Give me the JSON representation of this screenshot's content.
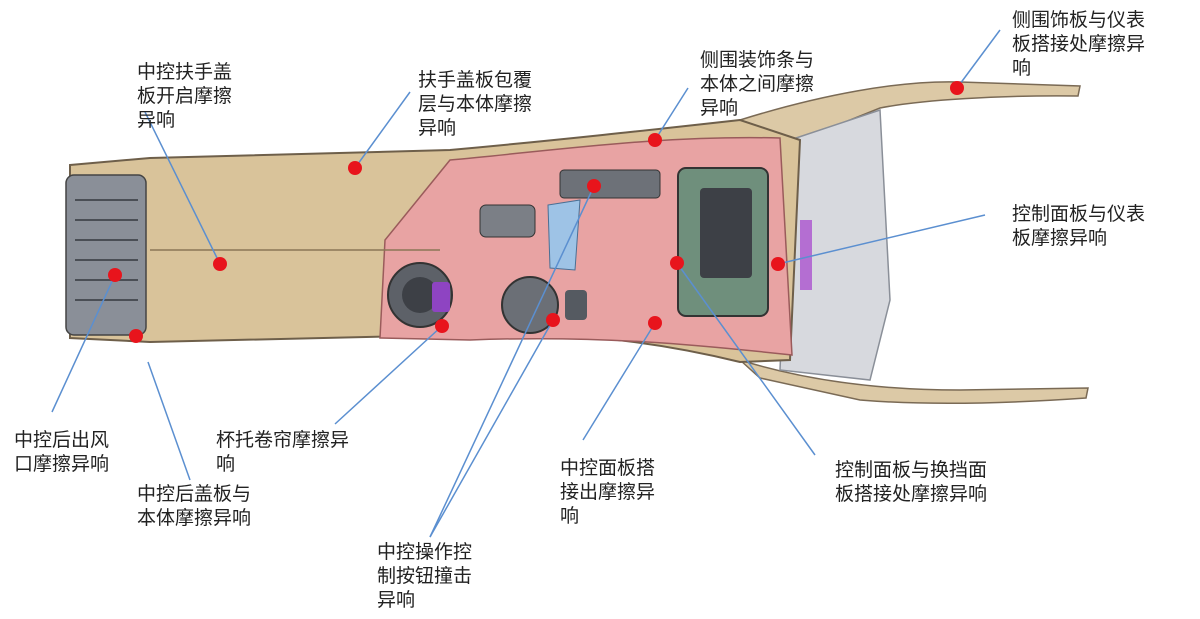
{
  "colors": {
    "marker": "#e8141c",
    "leader_line": "#5b8fd0",
    "beige_armrest": "#d9c39a",
    "pink_panel": "#e8a3a3",
    "grey_vent": "#8a8f98",
    "teal_screen": "#6f8f7c"
  },
  "labels": [
    {
      "id": "armrest-lid-open",
      "text": "中控扶手盖\n板开启摩擦\n异响"
    },
    {
      "id": "armrest-cover-layer",
      "text": "扶手盖板包覆\n层与本体摩擦\n异响"
    },
    {
      "id": "side-trim-strip",
      "text": "侧围装饰条与\n本体之间摩擦\n异响"
    },
    {
      "id": "side-trim-dash",
      "text": "侧围饰板与仪表\n板搭接处摩擦异\n响"
    },
    {
      "id": "control-panel-dash",
      "text": "控制面板与仪表\n板摩擦异响"
    },
    {
      "id": "rear-vent",
      "text": "中控后出风\n口摩擦异响"
    },
    {
      "id": "rear-cover",
      "text": "中控后盖板与\n本体摩擦异响"
    },
    {
      "id": "cupholder-shutter",
      "text": "杯托卷帘摩擦异\n响"
    },
    {
      "id": "control-buttons",
      "text": "中控操作控\n制按钮撞击\n异响"
    },
    {
      "id": "panel-joint",
      "text": "中控面板搭\n接出摩擦异\n响"
    },
    {
      "id": "control-gear-panel",
      "text": "控制面板与换挡面\n板搭接处摩擦异响"
    }
  ]
}
